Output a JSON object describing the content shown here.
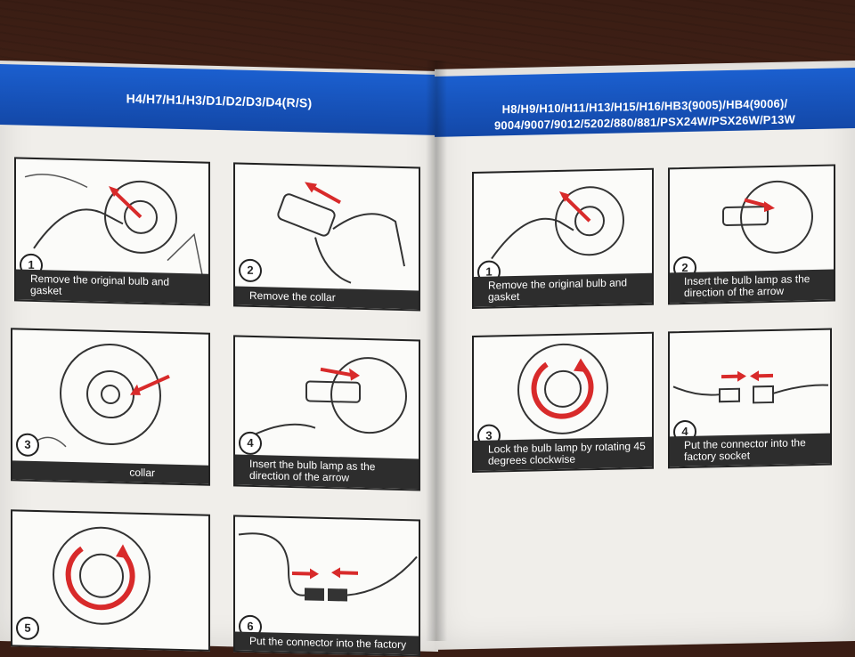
{
  "left_page": {
    "title": "H4/H7/H1/H3/D1/D2/D3/D4(R/S)",
    "steps": [
      {
        "number": "1",
        "caption": "Remove the original bulb and gasket"
      },
      {
        "number": "2",
        "caption": "Remove the collar"
      },
      {
        "number": "3",
        "caption": "collar"
      },
      {
        "number": "4",
        "caption": "Insert the bulb lamp as the direction of the arrow"
      },
      {
        "number": "5",
        "caption": ""
      },
      {
        "number": "6",
        "caption": "Put the connector into the factory"
      }
    ]
  },
  "right_page": {
    "title_line1": "H8/H9/H10/H11/H13/H15/H16/HB3(9005)/HB4(9006)/",
    "title_line2": "9004/9007/9012/5202/880/881/PSX24W/PSX26W/P13W",
    "steps": [
      {
        "number": "1",
        "caption": "Remove the original bulb and gasket"
      },
      {
        "number": "2",
        "caption": "Insert the bulb lamp as the direction of the arrow"
      },
      {
        "number": "3",
        "caption": "Lock the bulb lamp by rotating 45 degrees clockwise"
      },
      {
        "number": "4",
        "caption": "Put the connector into the factory socket"
      }
    ]
  },
  "colors": {
    "banner": "#1b5fcf",
    "arrow": "#d82a2a",
    "caption_bg": "#2d2d2d"
  }
}
